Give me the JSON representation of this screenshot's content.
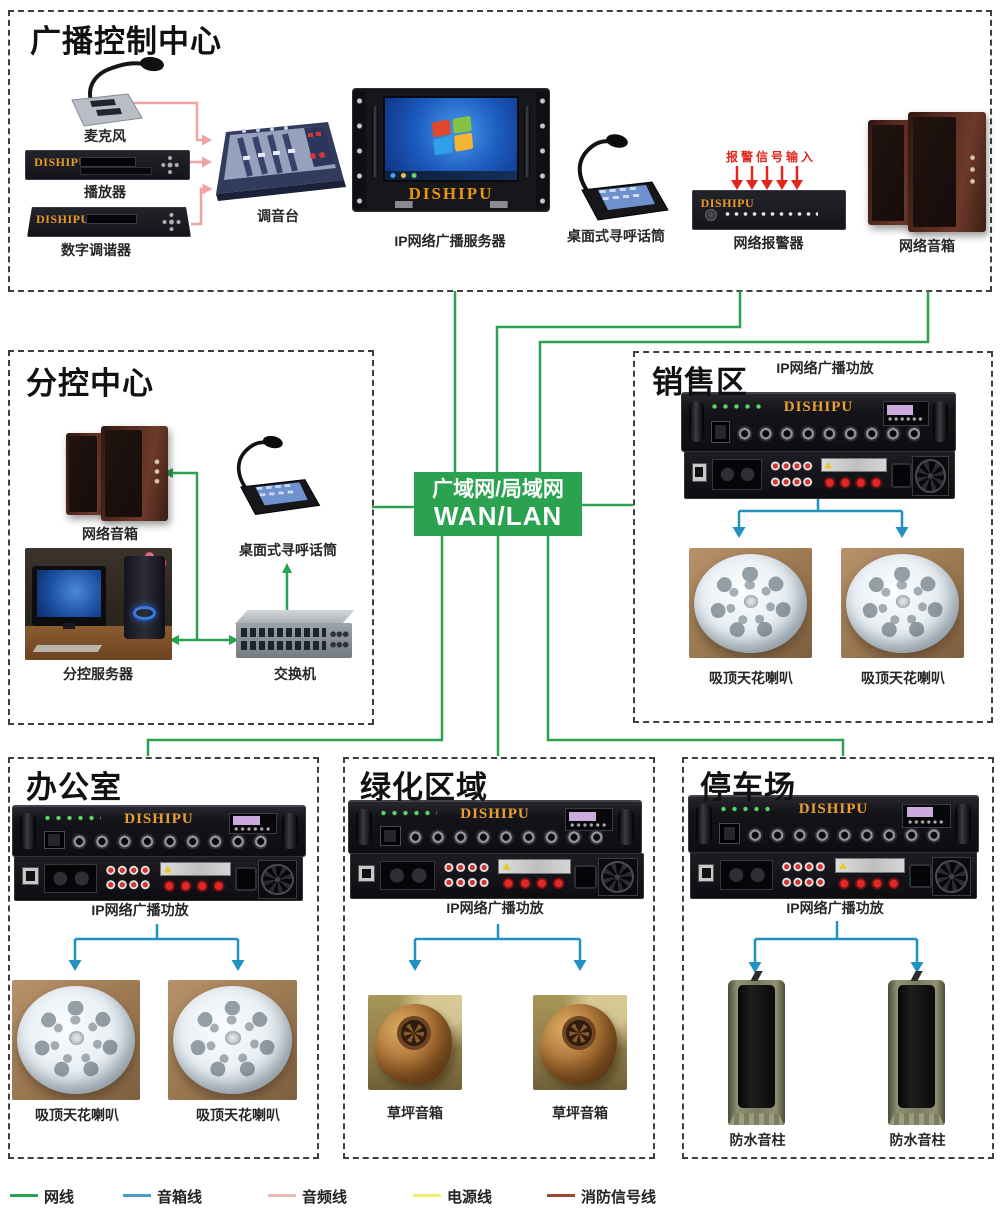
{
  "brand": "DISHIPU",
  "wan": {
    "line1": "广域网/局域网",
    "line2": "WAN/LAN",
    "color": "#2aa24f"
  },
  "sections": {
    "control": {
      "title": "广播控制中心",
      "mic": "麦克风",
      "player": "播放器",
      "tuner": "数字调谐器",
      "mixer": "调音台",
      "server": "IP网络广播服务器",
      "paging_mic": "桌面式寻呼话筒",
      "alarm": "网络报警器",
      "alarm_input": "报警信号输入",
      "speaker": "网络音箱"
    },
    "sub": {
      "title": "分控中心",
      "speaker": "网络音箱",
      "paging_mic": "桌面式寻呼话筒",
      "server": "分控服务器",
      "switch": "交换机"
    },
    "sales": {
      "title": "销售区",
      "amp": "IP网络广播功放",
      "spk1": "吸顶天花喇叭",
      "spk2": "吸顶天花喇叭"
    },
    "office": {
      "title": "办公室",
      "amp": "IP网络广播功放",
      "spk1": "吸顶天花喇叭",
      "spk2": "吸顶天花喇叭"
    },
    "green": {
      "title": "绿化区域",
      "amp": "IP网络广播功放",
      "spk1": "草坪音箱",
      "spk2": "草坪音箱"
    },
    "parking": {
      "title": "停车场",
      "amp": "IP网络广播功放",
      "spk1": "防水音柱",
      "spk2": "防水音柱"
    }
  },
  "legend": [
    {
      "label": "网线",
      "color": "#2aa24f"
    },
    {
      "label": "音箱线",
      "color": "#4a9cc8"
    },
    {
      "label": "音频线",
      "color": "#e5bdb5"
    },
    {
      "label": "电源线",
      "color": "#efee70"
    },
    {
      "label": "消防信号线",
      "color": "#a14438"
    }
  ]
}
